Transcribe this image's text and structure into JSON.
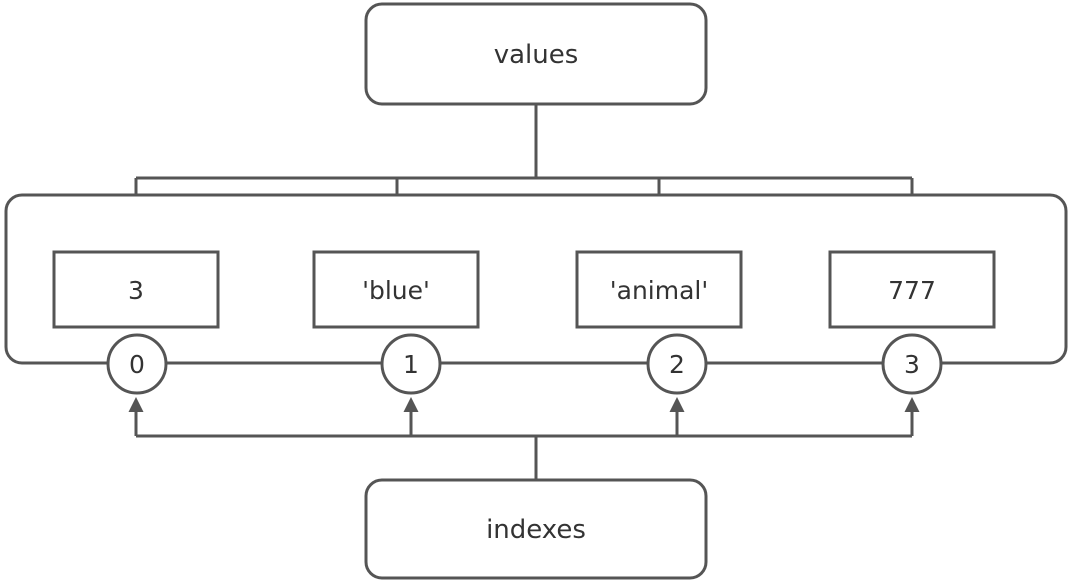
{
  "diagram": {
    "top_label": "values",
    "bottom_label": "indexes",
    "cells": [
      {
        "value": "3",
        "index": "0"
      },
      {
        "value": "'blue'",
        "index": "1"
      },
      {
        "value": "'animal'",
        "index": "2"
      },
      {
        "value": "777",
        "index": "3"
      }
    ]
  }
}
